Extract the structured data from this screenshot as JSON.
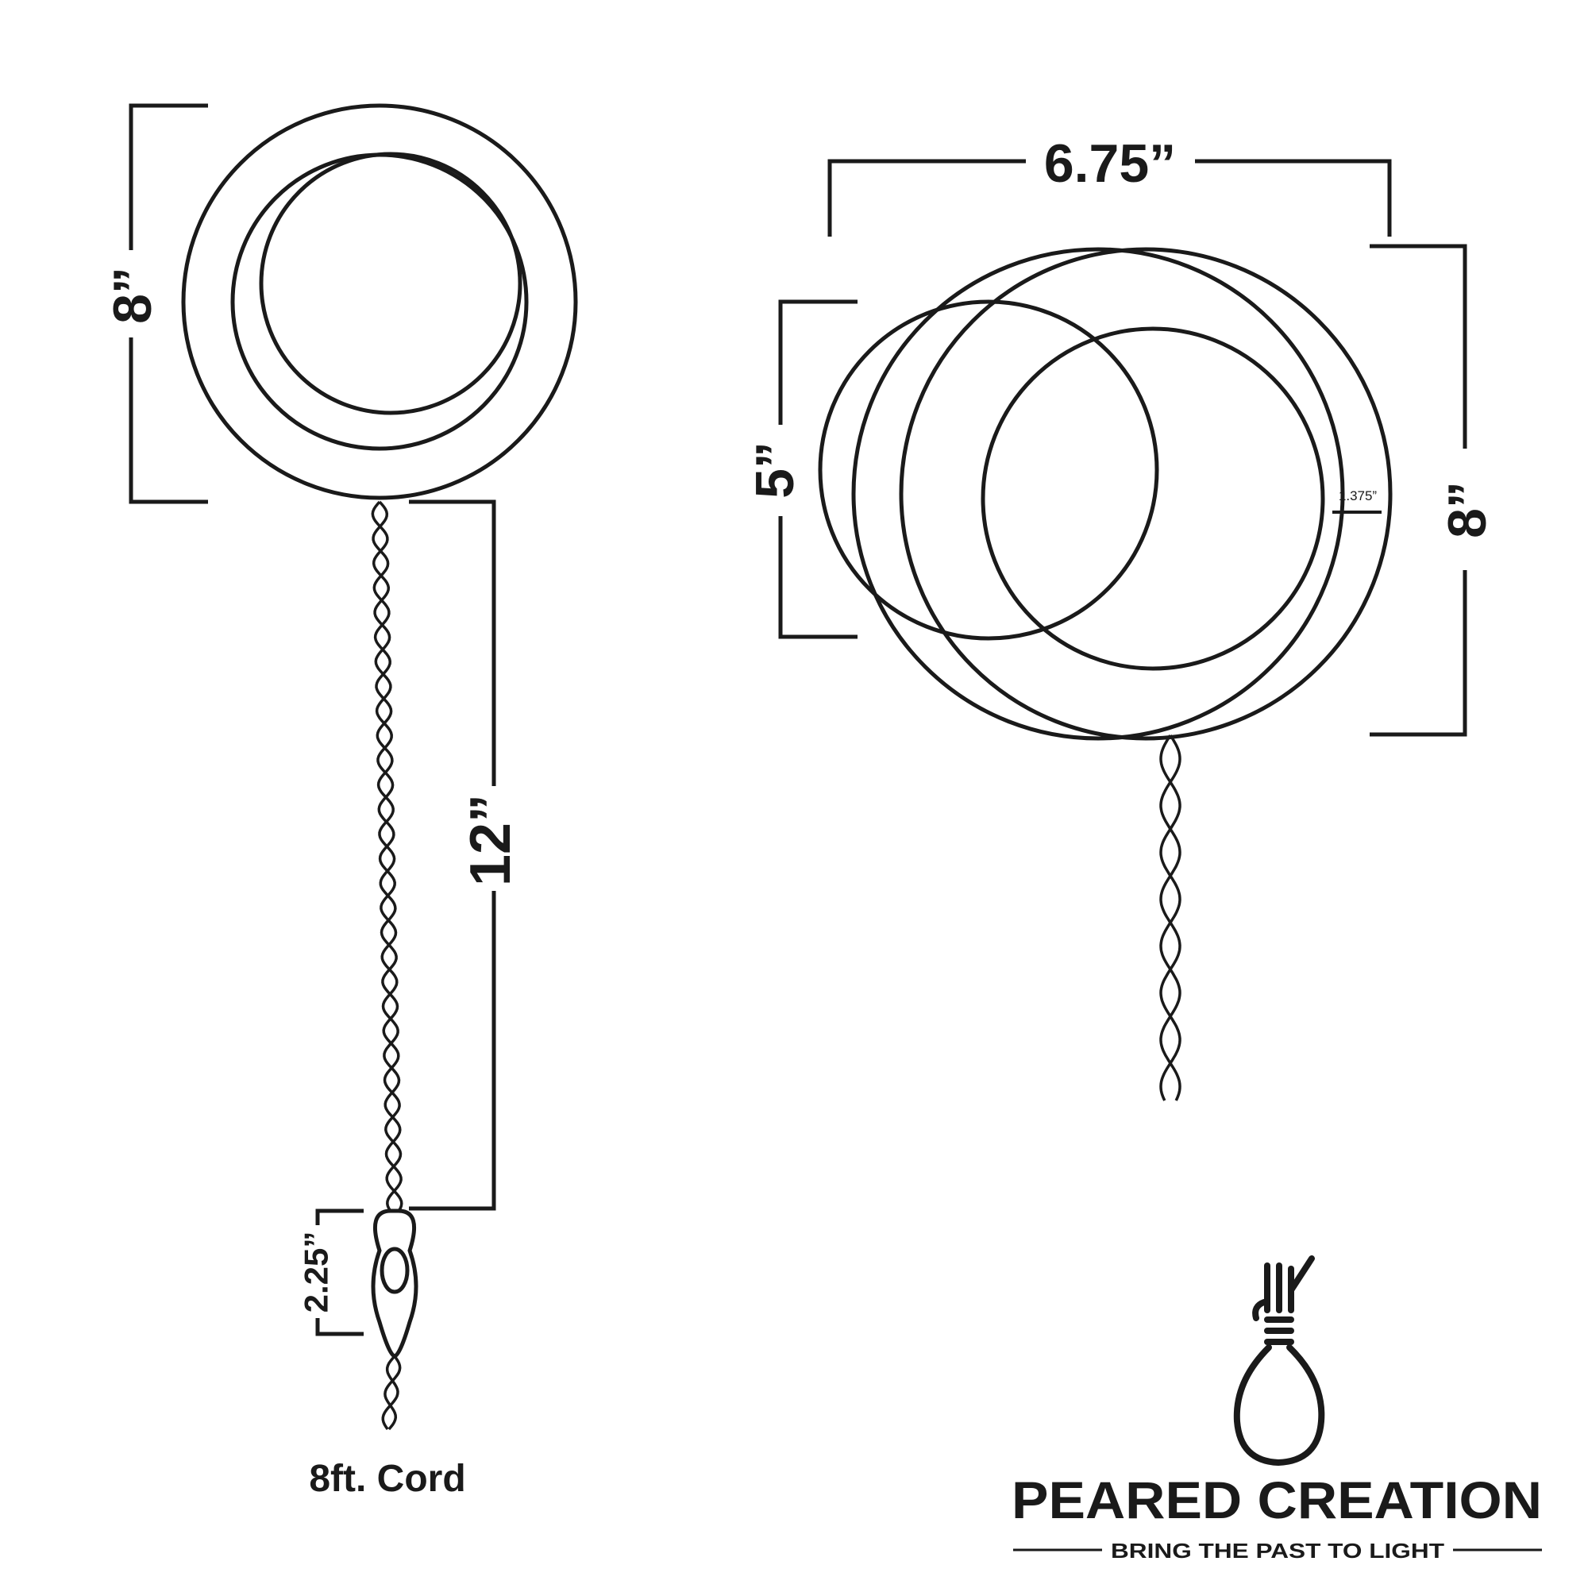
{
  "front_view": {
    "height_label": "8”",
    "cord_length_label": "12”",
    "switch_height_label": "2.25”",
    "cord_caption": "8ft. Cord"
  },
  "side_view": {
    "depth_label": "6.75”",
    "shade_label": "5”",
    "base_label": "8”",
    "gap_label": "1.375”"
  },
  "brand": {
    "name": "PEARED CREATION",
    "tagline": "BRING THE PAST TO LIGHT"
  },
  "colors": {
    "ink": "#1a1a1a",
    "background": "#ffffff"
  }
}
